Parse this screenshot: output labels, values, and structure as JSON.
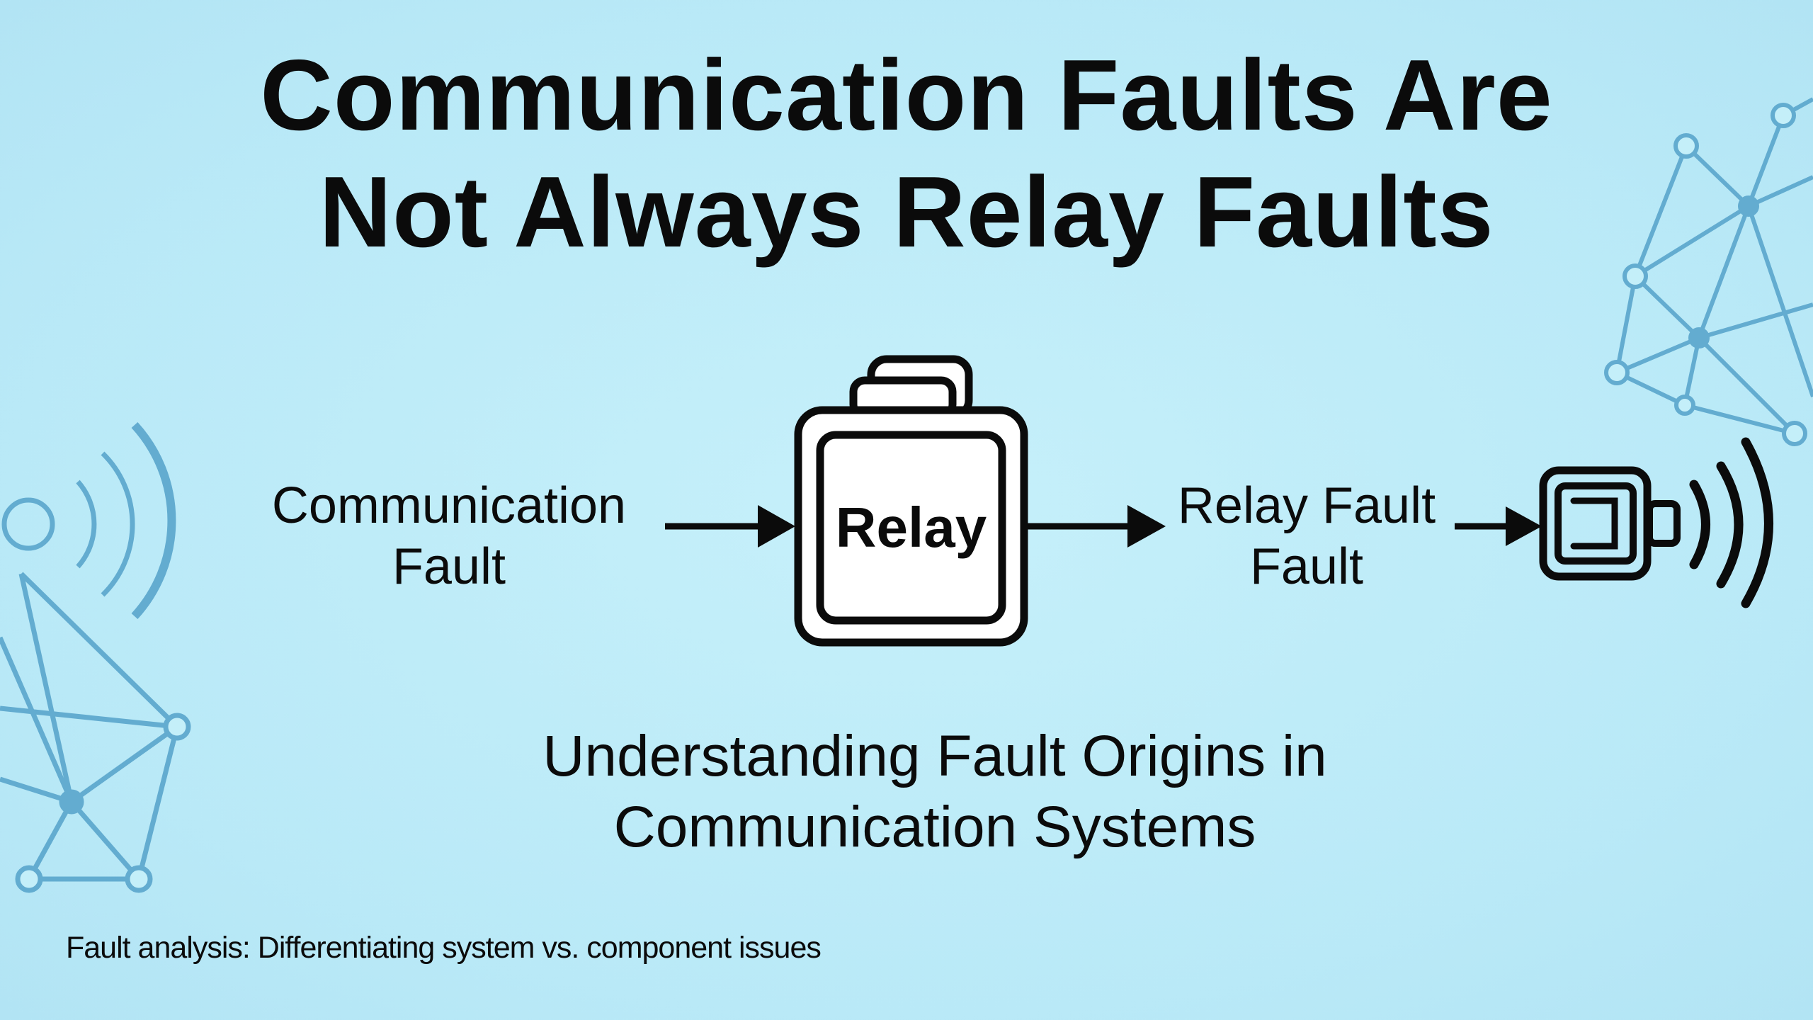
{
  "title": {
    "line1": "Communication Faults Are",
    "line2": "Not Always Relay Faults"
  },
  "diagram": {
    "source_label": {
      "line1": "Communication",
      "line2": "Fault"
    },
    "relay_label": "Relay",
    "output_label": {
      "line1": "Relay Fault",
      "line2": "Fault"
    }
  },
  "subtitle": {
    "line1": "Understanding Fault Origins in",
    "line2": "Communication Systems"
  },
  "caption": "Fault analysis: Differentiating system vs. component issues",
  "colors": {
    "background": "#bdeef8",
    "network": "#5aa6cc",
    "ink": "#0b0b0b"
  }
}
